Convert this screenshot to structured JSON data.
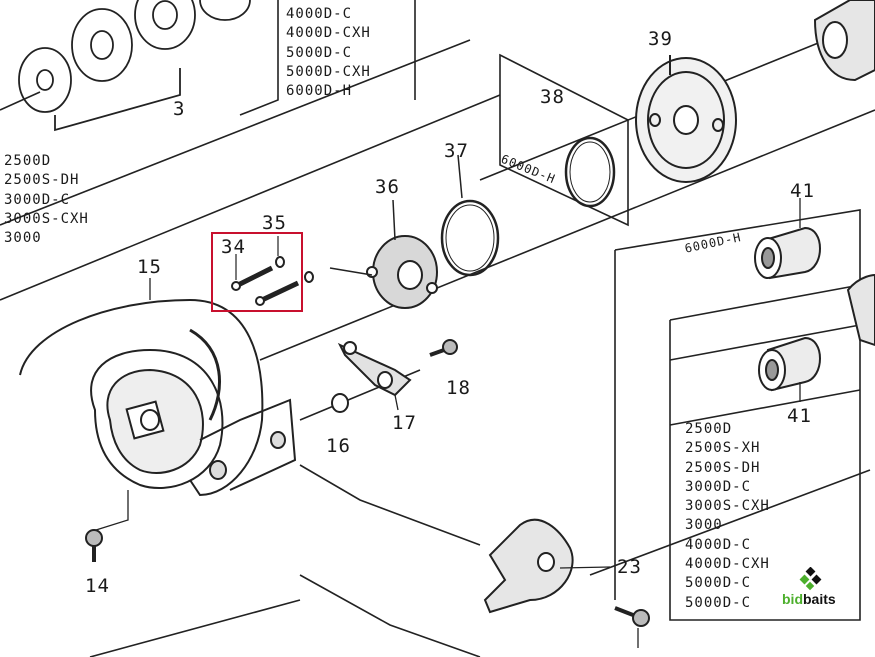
{
  "callouts": [
    "3",
    "39",
    "38",
    "37",
    "36",
    "35",
    "34",
    "15",
    "18",
    "17",
    "16",
    "14",
    "23",
    "41",
    "41"
  ],
  "lists": {
    "top": [
      "4000D-C",
      "4000D-CXH",
      "5000D-C",
      "5000D-CXH",
      "6000D-H"
    ],
    "left": [
      "2500D",
      "2500S-DH",
      "3000D-C",
      "3000S-CXH",
      "3000"
    ],
    "right": [
      "2500D",
      "2500S-XH",
      "2500S-DH",
      "3000D-C",
      "3000S-CXH",
      "3000",
      "4000D-C",
      "4000D-CXH",
      "5000D-C",
      "5000D-C"
    ]
  },
  "model_tags": {
    "box38": "6000D-H",
    "box41": "6000D-H"
  },
  "logo": {
    "prefix": "bid",
    "suffix": "baits",
    "accent": "#4caf2c"
  },
  "highlight_color": "#c8102e"
}
